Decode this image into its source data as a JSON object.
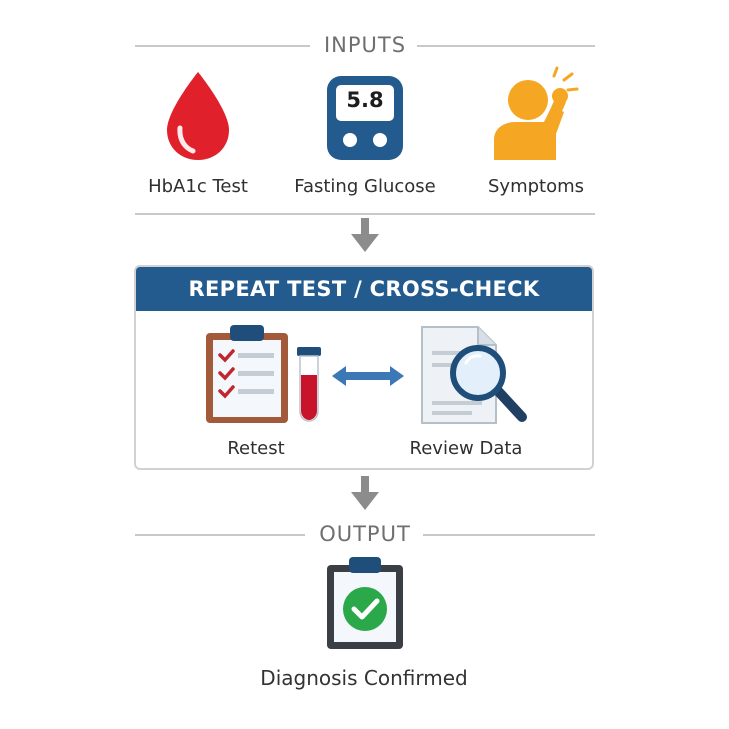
{
  "inputs": {
    "title": "INPUTS",
    "items": [
      {
        "label": "HbA1c Test",
        "icon": "blood-drop-icon",
        "color": "#e0202a"
      },
      {
        "label": "Fasting Glucose",
        "icon": "glucose-meter-icon",
        "color": "#245b8e",
        "reading": "5.8"
      },
      {
        "label": "Symptoms",
        "icon": "person-headache-icon",
        "color": "#f5a623"
      }
    ]
  },
  "process": {
    "title": "REPEAT TEST / CROSS-CHECK",
    "header_color": "#245b8e",
    "left": {
      "label": "Retest",
      "icons": [
        "checklist-clipboard-icon",
        "test-tube-icon"
      ]
    },
    "connector": "double-arrow-icon",
    "right": {
      "label": "Review Data",
      "icon": "document-magnifier-icon"
    }
  },
  "output": {
    "title": "OUTPUT",
    "label": "Diagnosis Confirmed",
    "icon": "clipboard-checkmark-icon",
    "check_color": "#2aa84a"
  }
}
